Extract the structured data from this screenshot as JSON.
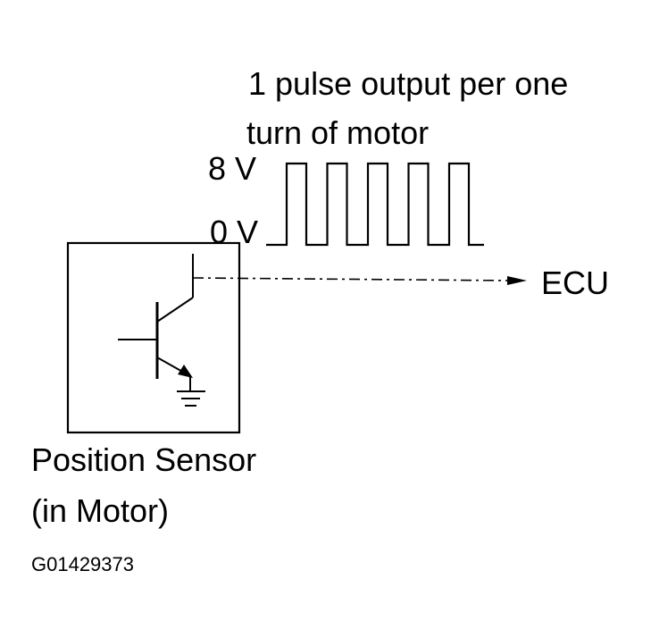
{
  "labels": {
    "pulse_caption_line1": "1 pulse output per one",
    "pulse_caption_line2": "turn of motor",
    "voltage_high": "8 V",
    "voltage_low": "0 V",
    "ecu": "ECU",
    "sensor_name_line1": "Position Sensor",
    "sensor_name_line2": "(in Motor)",
    "figure_code": "G01429373"
  },
  "waveform": {
    "pulse_count": 5
  },
  "colors": {
    "line": "#000000",
    "background": "#ffffff"
  }
}
